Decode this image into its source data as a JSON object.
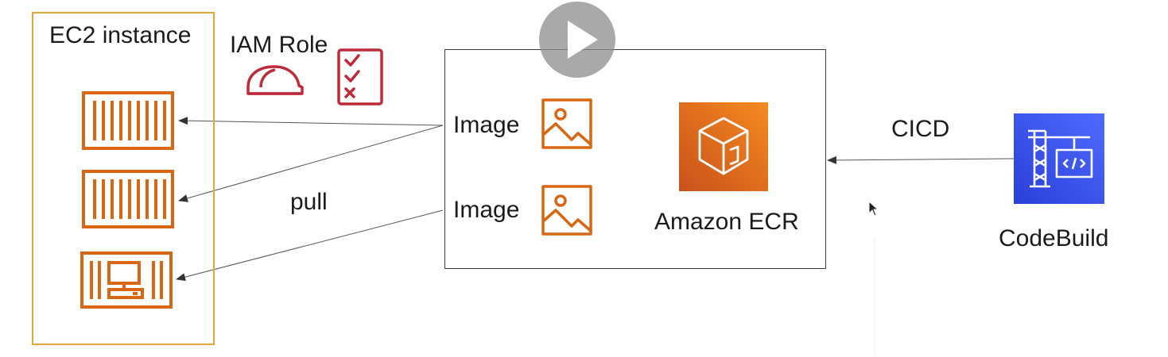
{
  "ec2": {
    "title": "EC2 instance"
  },
  "iam": {
    "label": "IAM Role"
  },
  "ecr": {
    "image_labels": [
      "Image",
      "Image"
    ],
    "service_label": "Amazon ECR"
  },
  "edges": {
    "pull_label": "pull",
    "cicd_label": "CICD"
  },
  "codebuild": {
    "label": "CodeBuild"
  },
  "colors": {
    "orange": "#D86613",
    "ec2_border": "#E7A33E",
    "iam_red": "#BF2A3A",
    "ecr_gradient_top": "#F58A1F",
    "ecr_gradient_bottom": "#D05C17",
    "codebuild_gradient_top": "#4F6BFF",
    "codebuild_gradient_bottom": "#2A3FD8"
  },
  "icons": [
    "container-icon",
    "container-icon",
    "container-app-icon",
    "hard-hat-icon",
    "checklist-icon",
    "image-icon",
    "image-icon",
    "ecr-icon",
    "codebuild-icon",
    "play-icon",
    "cursor-icon"
  ]
}
